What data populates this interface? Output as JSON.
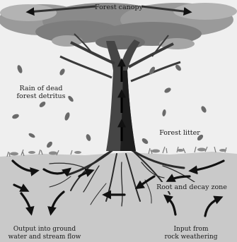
{
  "labels": {
    "canopy": "Forest canopy",
    "detritus_line1": "Rain of dead",
    "detritus_line2": "forest detritus",
    "litter": "Forest litter",
    "root_zone": "Root and decay zone",
    "output_line1": "Output into ground",
    "output_line2": "water and stream flow",
    "input_line1": "Input from",
    "input_line2": "rock weathering"
  },
  "colors": {
    "sky": "#efefef",
    "canopy_dark": "#7d7d7d",
    "canopy_light": "#b3b3b3",
    "trunk": "#454545",
    "trunk_shadow": "#1e1e1e",
    "soil": "#c9c9c9",
    "litter": "#8a8a8a",
    "leaf": "#6a6a6a",
    "arrow": "#111111"
  }
}
